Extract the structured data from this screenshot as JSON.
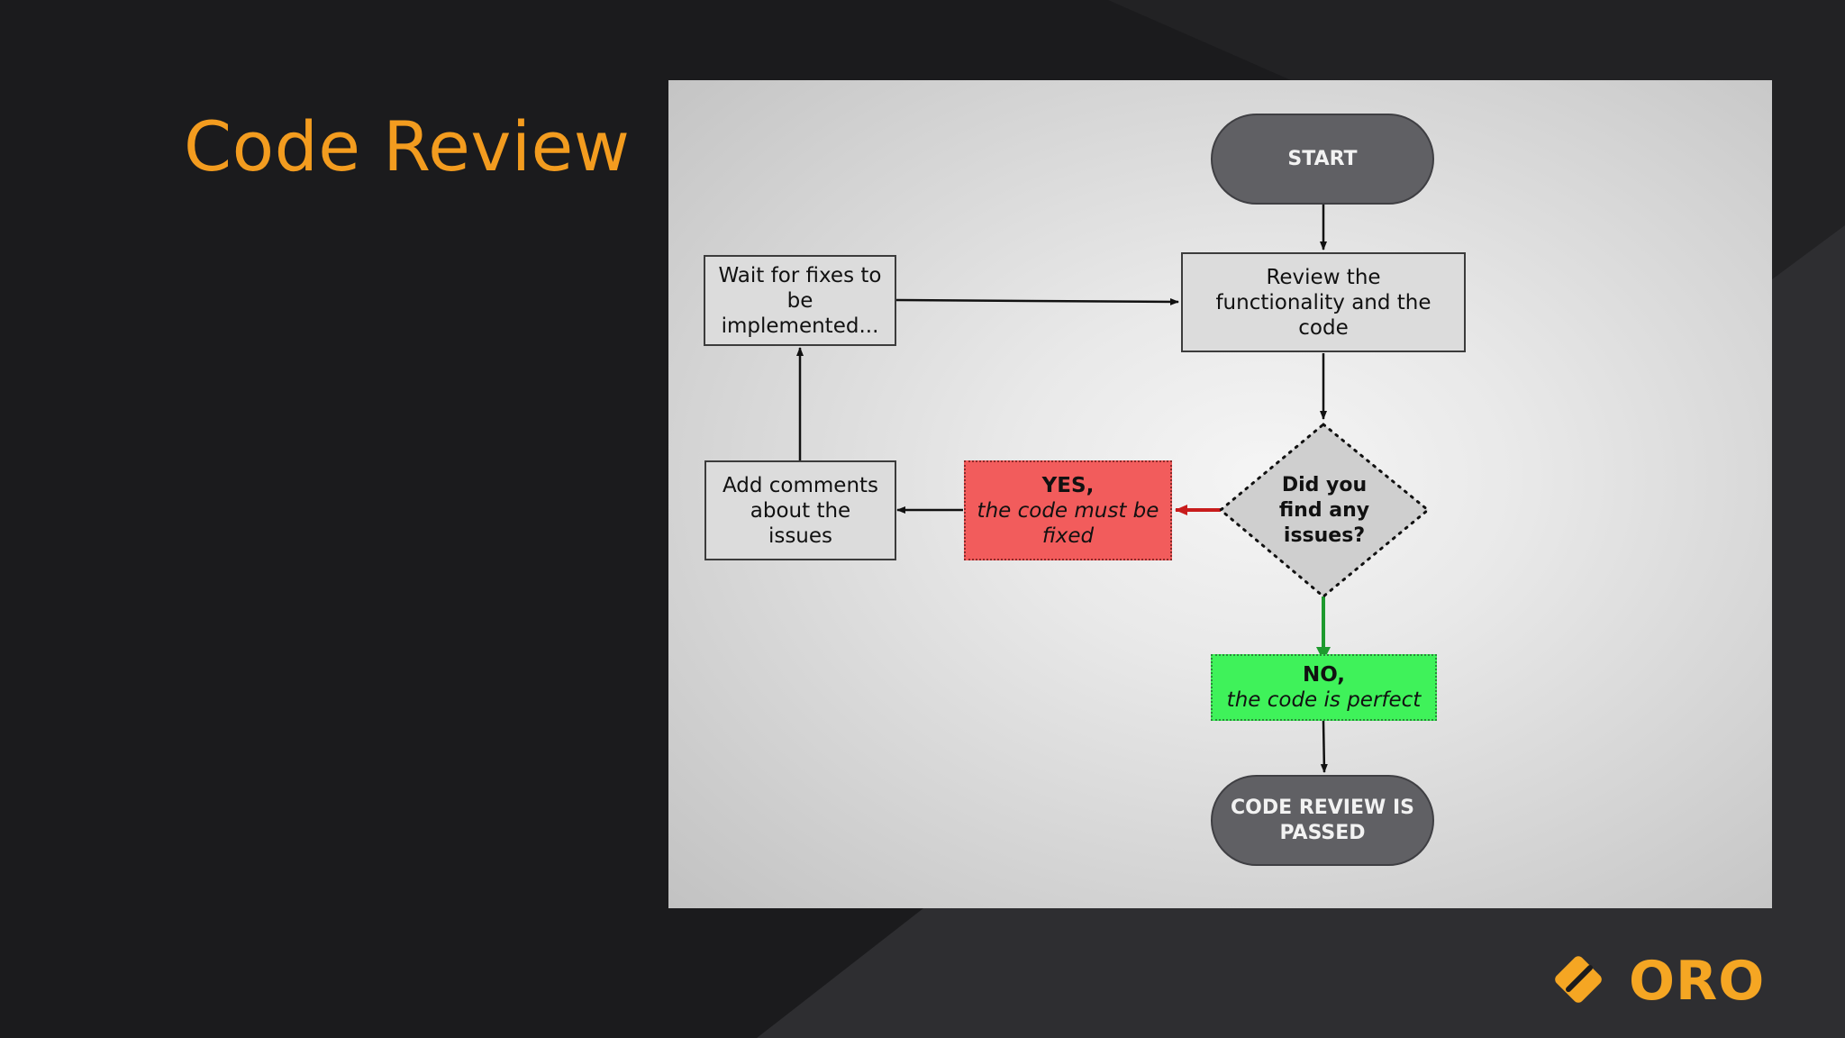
{
  "slide": {
    "title": "Code Review",
    "brand": "ORO",
    "colors": {
      "background": "#1b1b1d",
      "title": "#f39c1f",
      "brand": "#f5a623",
      "terminal": "#606064",
      "yes_box": "#f25c5c",
      "no_box": "#3ff25a",
      "yes_arrow": "#c81c1c",
      "no_arrow": "#1e9a2e"
    }
  },
  "flowchart": {
    "start": "START",
    "review": "Review the functionality and the code",
    "decision": {
      "line1": "Did you",
      "line2": "find any",
      "line3": "issues?"
    },
    "yes": {
      "label": "YES,",
      "detail": "the code must be fixed"
    },
    "no": {
      "label": "NO,",
      "detail": "the code is perfect"
    },
    "add_comments": "Add comments about the issues",
    "wait": "Wait for fixes to be implemented...",
    "end": "CODE REVIEW IS PASSED"
  }
}
